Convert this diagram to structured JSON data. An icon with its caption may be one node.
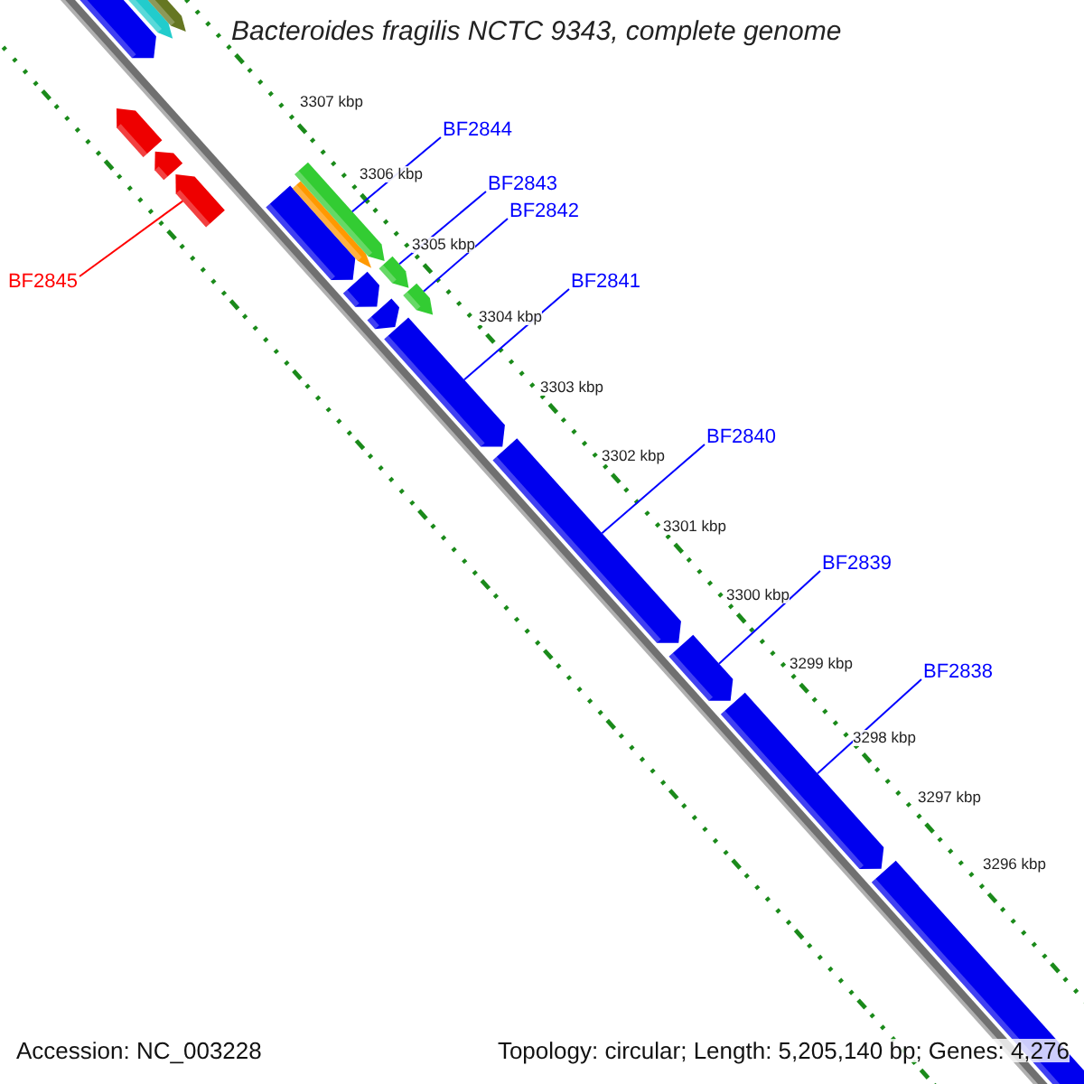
{
  "diagram": {
    "title": "Bacteroides fragilis NCTC 9343, complete genome",
    "nodes": [
      {
        "text": [
          "BF2844"
        ]
      },
      {
        "text": [
          "BF2843"
        ]
      },
      {
        "text": [
          "BF2842"
        ]
      },
      {
        "text": [
          "BF2845"
        ]
      },
      {
        "text": [
          "BF2841"
        ]
      },
      {
        "text": [
          "BF2840"
        ]
      },
      {
        "text": [
          "BF2839"
        ]
      },
      {
        "text": [
          "BF2838"
        ]
      },
      {
        "text": [],
        "shape": "bar"
      },
      {
        "text": [],
        "shape": "bar"
      },
      {
        "text": [],
        "shape": "bar"
      },
      {
        "text": [],
        "shape": "bar"
      },
      {
        "text": [],
        "shape": "bar"
      },
      {
        "text": [],
        "shape": "bar"
      },
      {
        "text": [],
        "shape": "bar"
      },
      {
        "text": [],
        "shape": "bar"
      },
      {
        "text": [],
        "shape": "bar"
      },
      {
        "text": [],
        "shape": "bar"
      },
      {
        "text": [],
        "shape": "bar"
      },
      {
        "text": [],
        "shape": "bar"
      },
      {
        "text": [],
        "shape": "bar"
      },
      {
        "text": [],
        "shape": "bar"
      },
      {
        "text": [],
        "shape": "bar"
      },
      {
        "text": [],
        "shape": "bar"
      },
      {
        "text": [],
        "shape": "bar"
      },
      {
        "text": [],
        "shape": "bar"
      }
    ],
    "edges": [
      {
        "from": 0,
        "to": 16,
        "arrow": "none"
      },
      {
        "from": 1,
        "to": 18,
        "arrow": "none"
      },
      {
        "from": 2,
        "to": 20,
        "arrow": "none"
      },
      {
        "from": 3,
        "to": 13,
        "arrow": "none",
        "color": "#ff0000"
      },
      {
        "from": 4,
        "to": 21,
        "arrow": "none"
      },
      {
        "from": 5,
        "to": 22,
        "arrow": "none"
      },
      {
        "from": 6,
        "to": 23,
        "arrow": "none"
      },
      {
        "from": 7,
        "to": 24,
        "arrow": "none"
      }
    ],
    "labels": [
      "3307 kbp",
      "3306 kbp",
      "3305 kbp",
      "3304 kbp",
      "3303 kbp",
      "3302 kbp",
      "3301 kbp",
      "3300 kbp",
      "3299 kbp",
      "3298 kbp",
      "3297 kbp",
      "3296 kbp",
      "Accession: NC_003228",
      "Topology: circular; Length: 5,205,140 bp; Genes: 4,276"
    ]
  }
}
